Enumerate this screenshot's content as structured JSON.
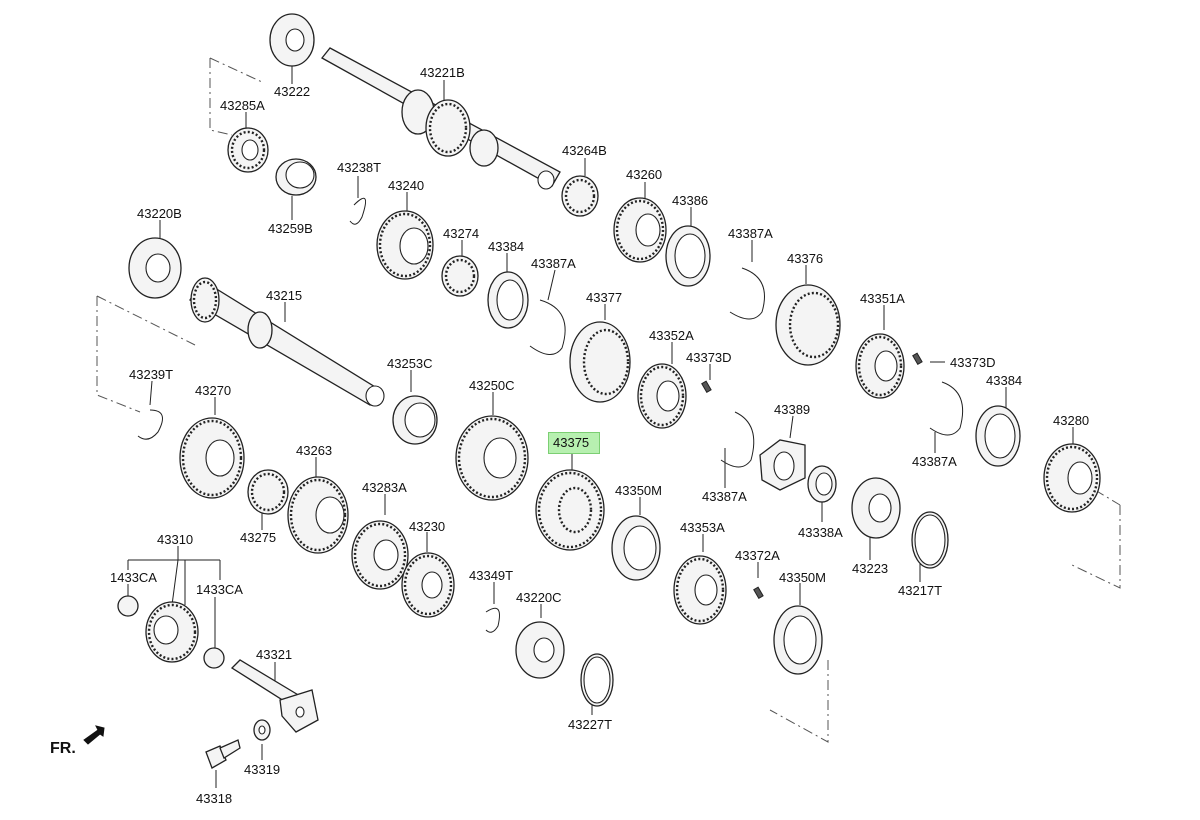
{
  "diagram": {
    "highlight_color": "#b7f0b0",
    "direction_label": "FR.",
    "labels": {
      "p43222": "43222",
      "p43221B": "43221B",
      "p43285A": "43285A",
      "p43238T": "43238T",
      "p43240": "43240",
      "p43264B": "43264B",
      "p43259B": "43259B",
      "p43260": "43260",
      "p43386": "43386",
      "p43220B": "43220B",
      "p43274": "43274",
      "p43384a": "43384",
      "p43387A_a": "43387A",
      "p43387A_b": "43387A",
      "p43376": "43376",
      "p43215": "43215",
      "p43377": "43377",
      "p43351A": "43351A",
      "p43352A": "43352A",
      "p43373D_a": "43373D",
      "p43373D_b": "43373D",
      "p43253C": "43253C",
      "p43384b": "43384",
      "p43239T": "43239T",
      "p43270": "43270",
      "p43250C": "43250C",
      "p43389": "43389",
      "p43280": "43280",
      "p43375": "43375",
      "p43387A_c": "43387A",
      "p43387A_d": "43387A",
      "p43263": "43263",
      "p43283A": "43283A",
      "p43350M_a": "43350M",
      "p43338A": "43338A",
      "p43275": "43275",
      "p43230": "43230",
      "p43353A": "43353A",
      "p43223": "43223",
      "p43310": "43310",
      "p43372A": "43372A",
      "p1433CA_a": "1433CA",
      "p1433CA_b": "1433CA",
      "p43349T": "43349T",
      "p43220C": "43220C",
      "p43350M_b": "43350M",
      "p43217T": "43217T",
      "p43321": "43321",
      "p43227T": "43227T",
      "p43319": "43319",
      "p43318": "43318"
    }
  }
}
